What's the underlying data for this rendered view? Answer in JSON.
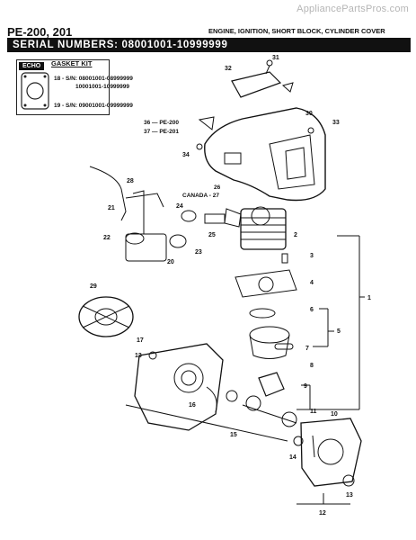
{
  "watermark": "AppliancePartsPros.com",
  "header": {
    "model": "PE-200, 201",
    "subtitle": "ENGINE, IGNITION, SHORT BLOCK, CYLINDER COVER",
    "serial_banner": "SERIAL NUMBERS: 08001001-10999999"
  },
  "gasket_kit": {
    "logo": "ECHO",
    "title": "GASKET KIT",
    "lines": [
      "18 - S/N: 08001001-08999999",
      "10001001-10999999",
      "19 - S/N: 09001001-09999999"
    ]
  },
  "side_labels": {
    "pe200": "36 — PE-200",
    "pe201": "37 — PE-201",
    "n26": "26",
    "canada": "CANADA - 27"
  },
  "callouts": [
    "31",
    "32",
    "30",
    "33",
    "34",
    "28",
    "21",
    "24",
    "22",
    "20",
    "25",
    "23",
    "2",
    "3",
    "4",
    "1",
    "29",
    "6",
    "5",
    "17",
    "13",
    "7",
    "8",
    "9",
    "16",
    "11",
    "10",
    "15",
    "14",
    "13",
    "12"
  ],
  "colors": {
    "ink": "#111111",
    "banner": "#111111",
    "watermark": "#b5b5b5"
  }
}
